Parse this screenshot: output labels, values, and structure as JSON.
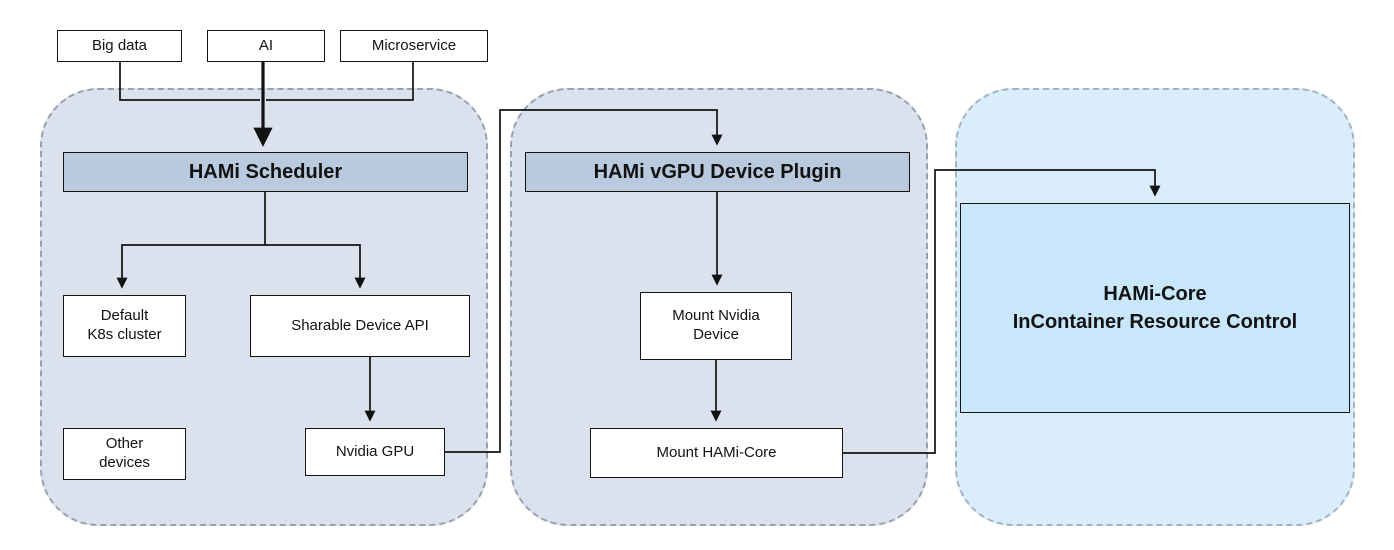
{
  "diagram": {
    "top_nodes": {
      "big_data": "Big data",
      "ai": "AI",
      "microservice": "Microservice"
    },
    "scheduler_group": {
      "header": "HAMi Scheduler",
      "default_k8s": "Default\nK8s cluster",
      "sharable_device_api": "Sharable Device API",
      "other_devices": "Other\ndevices",
      "nvidia_gpu": "Nvidia GPU"
    },
    "plugin_group": {
      "header": "HAMi vGPU Device Plugin",
      "mount_nvidia_device": "Mount Nvidia\nDevice",
      "mount_hami_core": "Mount HAMi-Core"
    },
    "core_group": {
      "core_box": "HAMi-Core\nInContainer Resource Control"
    },
    "colors": {
      "group_fill": "#dbe2ee",
      "core_group_fill": "#daedfb",
      "header_fill": "#b9cadf",
      "core_box_fill": "#c9e7fa",
      "node_fill": "#ffffff",
      "line": "#121212",
      "dash_border": "#98a2ae"
    }
  }
}
